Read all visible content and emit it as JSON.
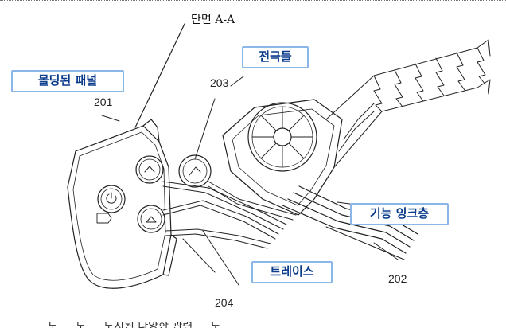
{
  "section_label": "단면 A-A",
  "callouts": {
    "molded_panel": "몰딩된 패널",
    "electrodes": "전극들",
    "functional_ink_layer": "기능 잉크층",
    "traces": "트레이스"
  },
  "reference_numbers": {
    "panel": "201",
    "electrodes": "203",
    "ink_layer": "202",
    "traces": "204"
  },
  "bottom_cut_text": "도 ... 도 ... 도시된 다양한 관련 ... 도",
  "colors": {
    "callout_border": "#8ab6e8",
    "callout_text": "#0b3c8c",
    "line_art": "#222222"
  }
}
